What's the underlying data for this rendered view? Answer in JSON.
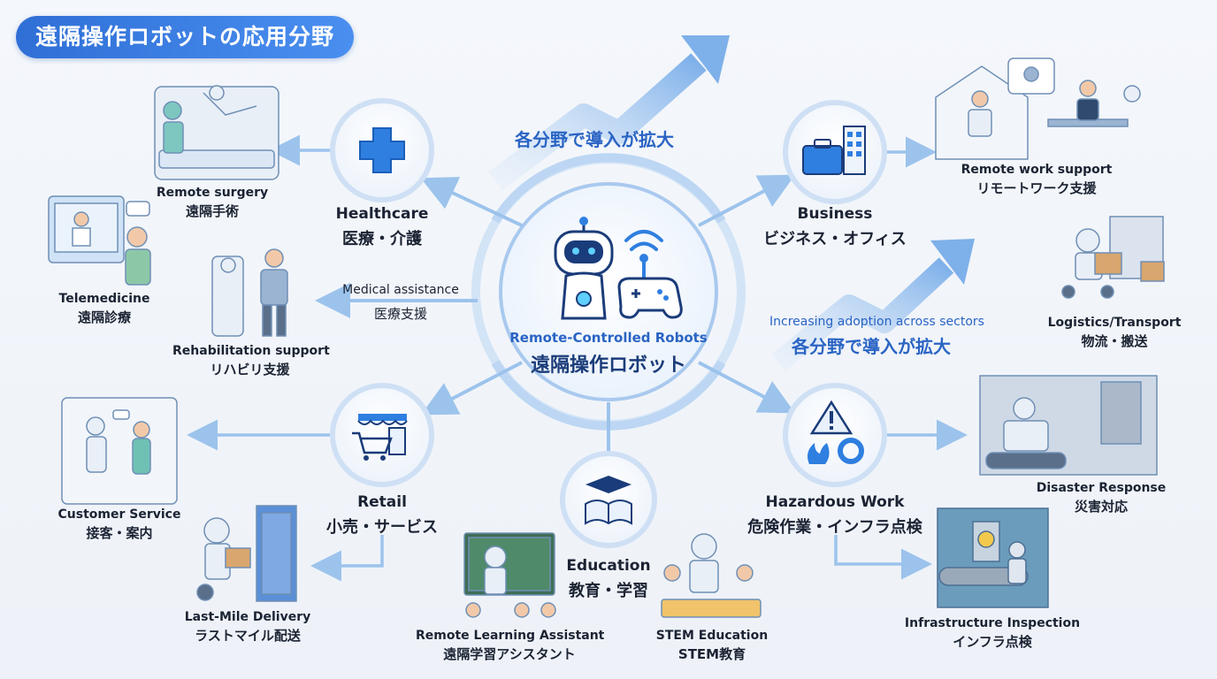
{
  "title": "遠隔操作ロボットの応用分野",
  "center": {
    "en": "Remote-Controlled Robots",
    "ja": "遠隔操作ロボット"
  },
  "trend_top": "各分野で導入が拡大",
  "trend_right": {
    "en": "Increasing adoption across sectors",
    "ja": "各分野で導入が拡大"
  },
  "hubs": {
    "healthcare": {
      "en": "Healthcare",
      "ja": "医療・介護"
    },
    "business": {
      "en": "Business",
      "ja": "ビジネス・オフィス"
    },
    "retail": {
      "en": "Retail",
      "ja": "小売・サービス"
    },
    "education": {
      "en": "Education",
      "ja": "教育・学習"
    },
    "hazardous": {
      "en": "Hazardous Work",
      "ja": "危険作業・インフラ点検"
    }
  },
  "medical_assistance": {
    "en": "Medical assistance",
    "ja": "医療支援"
  },
  "leaves": {
    "remote_surgery": {
      "en": "Remote surgery",
      "ja": "遠隔手術"
    },
    "telemedicine": {
      "en": "Telemedicine",
      "ja": "遠隔診療"
    },
    "rehabilitation": {
      "en": "Rehabilitation support",
      "ja": "リハビリ支援"
    },
    "customer_service": {
      "en": "Customer Service",
      "ja": "接客・案内"
    },
    "last_mile": {
      "en": "Last-Mile Delivery",
      "ja": "ラストマイル配送"
    },
    "remote_learning": {
      "en": "Remote Learning Assistant",
      "ja": "遠隔学習アシスタント"
    },
    "stem": {
      "en": "STEM Education",
      "ja": "STEM教育"
    },
    "remote_work": {
      "en": "Remote work support",
      "ja": "リモートワーク支援"
    },
    "logistics": {
      "en": "Logistics/Transport",
      "ja": "物流・搬送"
    },
    "disaster": {
      "en": "Disaster Response",
      "ja": "災害対応"
    },
    "infrastructure": {
      "en": "Infrastructure Inspection",
      "ja": "インフラ点検"
    }
  },
  "colors": {
    "accent": "#2f6fd6",
    "arrow": "#9cc3ec",
    "hub_ring": "#cfe0f5",
    "icon_blue": "#2f7fe0"
  }
}
